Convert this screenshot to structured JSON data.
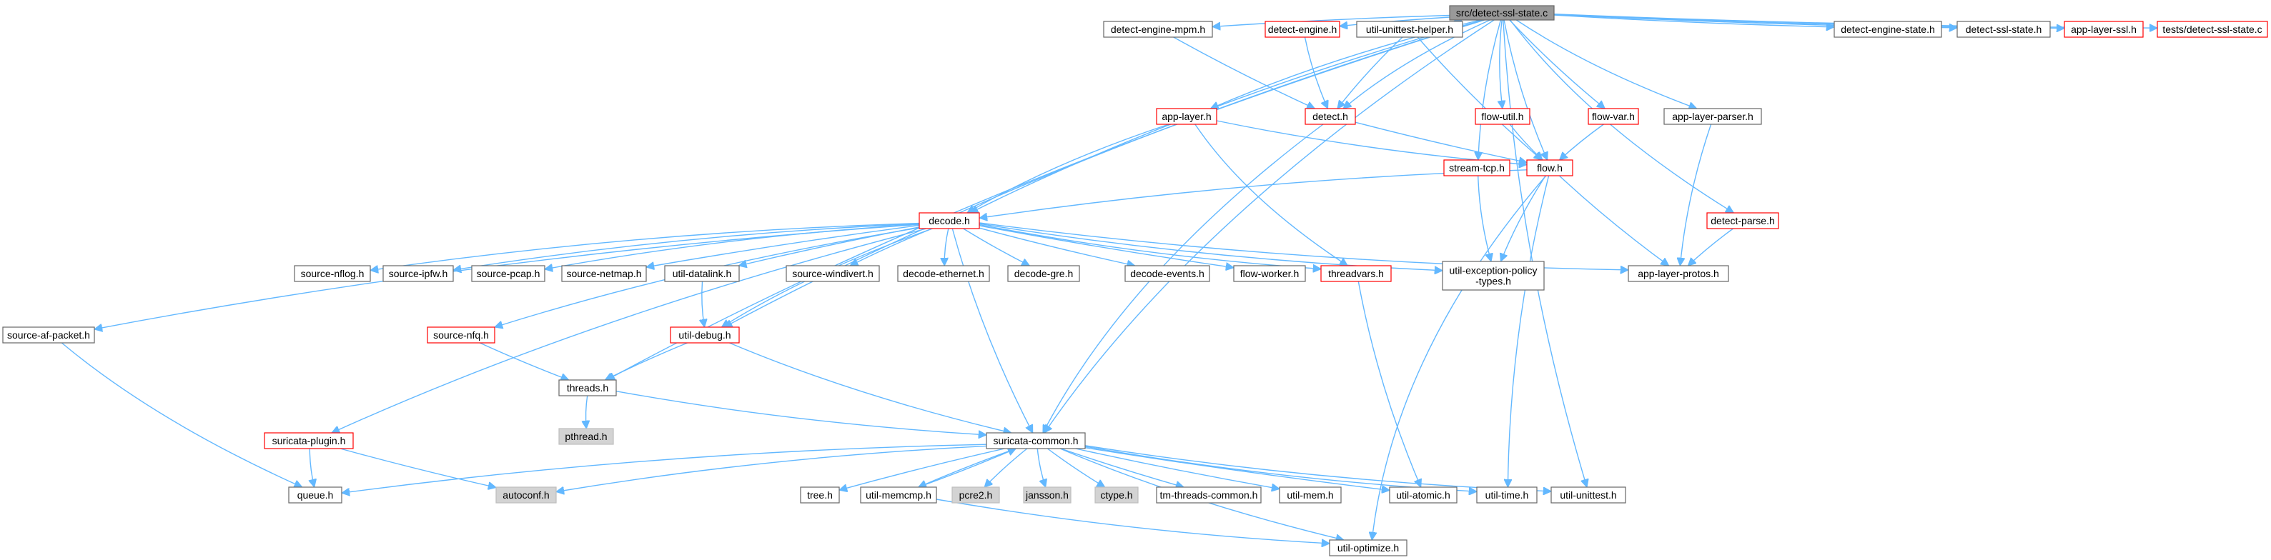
{
  "colors": {
    "edge": "#63b8ff",
    "node_border_black": "#666666",
    "node_border_red": "#ff0000",
    "node_fill_white": "#ffffff",
    "node_fill_gray": "#d3d3d3",
    "node_fill_root": "#999999"
  },
  "nodes": [
    {
      "id": "root",
      "label": "src/detect-ssl-state.c",
      "kind": "root"
    },
    {
      "id": "detect-engine-mpm",
      "label": "detect-engine-mpm.h",
      "kind": "black"
    },
    {
      "id": "detect-engine",
      "label": "detect-engine.h",
      "kind": "red"
    },
    {
      "id": "util-unittest-helper",
      "label": "util-unittest-helper.h",
      "kind": "black"
    },
    {
      "id": "detect-engine-state",
      "label": "detect-engine-state.h",
      "kind": "black"
    },
    {
      "id": "detect-ssl-state",
      "label": "detect-ssl-state.h",
      "kind": "black"
    },
    {
      "id": "app-layer-ssl",
      "label": "app-layer-ssl.h",
      "kind": "red"
    },
    {
      "id": "tests-detect-ssl-state",
      "label": "tests/detect-ssl-state.c",
      "kind": "red"
    },
    {
      "id": "app-layer",
      "label": "app-layer.h",
      "kind": "red"
    },
    {
      "id": "detect",
      "label": "detect.h",
      "kind": "red"
    },
    {
      "id": "flow-util",
      "label": "flow-util.h",
      "kind": "red"
    },
    {
      "id": "flow-var",
      "label": "flow-var.h",
      "kind": "red"
    },
    {
      "id": "app-layer-parser",
      "label": "app-layer-parser.h",
      "kind": "black"
    },
    {
      "id": "stream-tcp",
      "label": "stream-tcp.h",
      "kind": "red"
    },
    {
      "id": "flow",
      "label": "flow.h",
      "kind": "red"
    },
    {
      "id": "detect-parse",
      "label": "detect-parse.h",
      "kind": "red"
    },
    {
      "id": "decode",
      "label": "decode.h",
      "kind": "red"
    },
    {
      "id": "source-nflog",
      "label": "source-nflog.h",
      "kind": "black"
    },
    {
      "id": "source-ipfw",
      "label": "source-ipfw.h",
      "kind": "black"
    },
    {
      "id": "source-pcap",
      "label": "source-pcap.h",
      "kind": "black"
    },
    {
      "id": "source-netmap",
      "label": "source-netmap.h",
      "kind": "black"
    },
    {
      "id": "util-datalink",
      "label": "util-datalink.h",
      "kind": "black"
    },
    {
      "id": "source-windivert",
      "label": "source-windivert.h",
      "kind": "black"
    },
    {
      "id": "decode-ethernet",
      "label": "decode-ethernet.h",
      "kind": "black"
    },
    {
      "id": "decode-gre",
      "label": "decode-gre.h",
      "kind": "black"
    },
    {
      "id": "decode-events",
      "label": "decode-events.h",
      "kind": "black"
    },
    {
      "id": "flow-worker",
      "label": "flow-worker.h",
      "kind": "black"
    },
    {
      "id": "threadvars",
      "label": "threadvars.h",
      "kind": "red"
    },
    {
      "id": "util-exception-policy-types",
      "label": "util-exception-policy\n-types.h",
      "kind": "black"
    },
    {
      "id": "app-layer-protos",
      "label": "app-layer-protos.h",
      "kind": "black"
    },
    {
      "id": "source-af-packet",
      "label": "source-af-packet.h",
      "kind": "black"
    },
    {
      "id": "source-nfq",
      "label": "source-nfq.h",
      "kind": "red"
    },
    {
      "id": "util-debug",
      "label": "util-debug.h",
      "kind": "red"
    },
    {
      "id": "threads",
      "label": "threads.h",
      "kind": "black"
    },
    {
      "id": "pthread",
      "label": "pthread.h",
      "kind": "gray"
    },
    {
      "id": "suricata-plugin",
      "label": "suricata-plugin.h",
      "kind": "red"
    },
    {
      "id": "suricata-common",
      "label": "suricata-common.h",
      "kind": "black"
    },
    {
      "id": "queue",
      "label": "queue.h",
      "kind": "black"
    },
    {
      "id": "autoconf",
      "label": "autoconf.h",
      "kind": "gray"
    },
    {
      "id": "tree",
      "label": "tree.h",
      "kind": "black"
    },
    {
      "id": "util-memcmp",
      "label": "util-memcmp.h",
      "kind": "black"
    },
    {
      "id": "pcre2",
      "label": "pcre2.h",
      "kind": "gray"
    },
    {
      "id": "jansson",
      "label": "jansson.h",
      "kind": "gray"
    },
    {
      "id": "ctype",
      "label": "ctype.h",
      "kind": "gray"
    },
    {
      "id": "tm-threads-common",
      "label": "tm-threads-common.h",
      "kind": "black"
    },
    {
      "id": "util-mem",
      "label": "util-mem.h",
      "kind": "black"
    },
    {
      "id": "util-atomic",
      "label": "util-atomic.h",
      "kind": "black"
    },
    {
      "id": "util-time",
      "label": "util-time.h",
      "kind": "black"
    },
    {
      "id": "util-unittest",
      "label": "util-unittest.h",
      "kind": "black"
    },
    {
      "id": "util-optimize",
      "label": "util-optimize.h",
      "kind": "black"
    }
  ],
  "edges": [
    [
      "root",
      "detect-engine-mpm"
    ],
    [
      "root",
      "detect-engine"
    ],
    [
      "root",
      "util-unittest-helper"
    ],
    [
      "root",
      "detect-engine-state"
    ],
    [
      "root",
      "detect-ssl-state"
    ],
    [
      "root",
      "app-layer-ssl"
    ],
    [
      "root",
      "tests-detect-ssl-state"
    ],
    [
      "root",
      "app-layer"
    ],
    [
      "root",
      "detect"
    ],
    [
      "root",
      "flow-util"
    ],
    [
      "root",
      "flow-var"
    ],
    [
      "root",
      "app-layer-parser"
    ],
    [
      "root",
      "stream-tcp"
    ],
    [
      "root",
      "flow"
    ],
    [
      "root",
      "detect-parse"
    ],
    [
      "root",
      "decode"
    ],
    [
      "root",
      "util-debug"
    ],
    [
      "root",
      "threads"
    ],
    [
      "root",
      "suricata-common"
    ],
    [
      "root",
      "util-unittest"
    ],
    [
      "detect-engine-mpm",
      "detect"
    ],
    [
      "detect-engine",
      "detect"
    ],
    [
      "util-unittest-helper",
      "detect"
    ],
    [
      "util-unittest-helper",
      "flow"
    ],
    [
      "app-layer",
      "decode"
    ],
    [
      "app-layer",
      "flow"
    ],
    [
      "app-layer",
      "threadvars"
    ],
    [
      "detect",
      "flow"
    ],
    [
      "detect",
      "suricata-common"
    ],
    [
      "flow-util",
      "flow"
    ],
    [
      "flow-var",
      "flow"
    ],
    [
      "app-layer-parser",
      "app-layer-protos"
    ],
    [
      "stream-tcp",
      "util-exception-policy-types"
    ],
    [
      "flow",
      "decode"
    ],
    [
      "flow",
      "util-exception-policy-types"
    ],
    [
      "flow",
      "app-layer-protos"
    ],
    [
      "flow",
      "util-time"
    ],
    [
      "flow",
      "util-optimize"
    ],
    [
      "detect-parse",
      "app-layer-protos"
    ],
    [
      "decode",
      "source-nflog"
    ],
    [
      "decode",
      "source-ipfw"
    ],
    [
      "decode",
      "source-pcap"
    ],
    [
      "decode",
      "source-netmap"
    ],
    [
      "decode",
      "util-datalink"
    ],
    [
      "decode",
      "source-windivert"
    ],
    [
      "decode",
      "decode-ethernet"
    ],
    [
      "decode",
      "decode-gre"
    ],
    [
      "decode",
      "decode-events"
    ],
    [
      "decode",
      "flow-worker"
    ],
    [
      "decode",
      "threadvars"
    ],
    [
      "decode",
      "util-exception-policy-types"
    ],
    [
      "decode",
      "app-layer-protos"
    ],
    [
      "decode",
      "source-af-packet"
    ],
    [
      "decode",
      "source-nfq"
    ],
    [
      "decode",
      "util-debug"
    ],
    [
      "decode",
      "suricata-plugin"
    ],
    [
      "decode",
      "suricata-common"
    ],
    [
      "util-datalink",
      "util-debug"
    ],
    [
      "threadvars",
      "util-atomic"
    ],
    [
      "source-af-packet",
      "queue"
    ],
    [
      "source-nfq",
      "threads"
    ],
    [
      "util-debug",
      "threads"
    ],
    [
      "util-debug",
      "suricata-common"
    ],
    [
      "threads",
      "pthread"
    ],
    [
      "threads",
      "suricata-common"
    ],
    [
      "suricata-plugin",
      "queue"
    ],
    [
      "suricata-plugin",
      "autoconf"
    ],
    [
      "suricata-common",
      "queue"
    ],
    [
      "suricata-common",
      "autoconf"
    ],
    [
      "suricata-common",
      "tree"
    ],
    [
      "suricata-common",
      "util-memcmp"
    ],
    [
      "suricata-common",
      "pcre2"
    ],
    [
      "suricata-common",
      "jansson"
    ],
    [
      "suricata-common",
      "ctype"
    ],
    [
      "suricata-common",
      "tm-threads-common"
    ],
    [
      "suricata-common",
      "util-mem"
    ],
    [
      "suricata-common",
      "util-atomic"
    ],
    [
      "suricata-common",
      "util-time"
    ],
    [
      "suricata-common",
      "util-unittest"
    ],
    [
      "suricata-common",
      "util-optimize"
    ],
    [
      "util-memcmp",
      "suricata-common"
    ],
    [
      "util-memcmp",
      "util-optimize"
    ]
  ]
}
